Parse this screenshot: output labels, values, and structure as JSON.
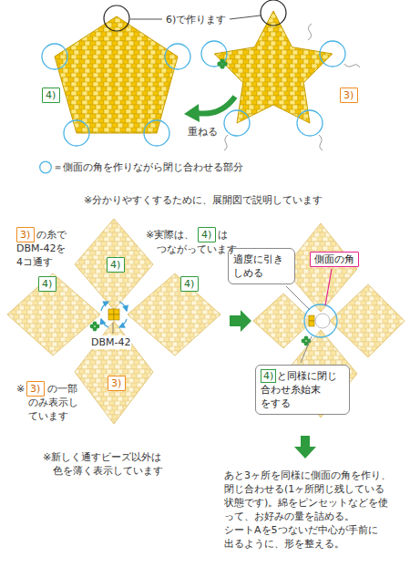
{
  "diagram": {
    "nodes": [
      {
        "text": [
          "4)"
        ]
      },
      {
        "text": [
          "3)"
        ]
      },
      {
        "text": [
          "3)"
        ]
      },
      {
        "text": [
          "4)"
        ]
      },
      {
        "text": [
          "4)"
        ]
      },
      {
        "text": [
          "4)"
        ]
      },
      {
        "text": [
          "4)"
        ]
      },
      {
        "text": [
          "3)"
        ]
      },
      {
        "text": [
          "3)"
        ]
      },
      {
        "text": [
          "適度に引き しめる"
        ]
      },
      {
        "text": [
          "側面の角"
        ]
      },
      {
        "text": [
          "4)",
          "と同様に閉じ 合わせ糸始末 をする"
        ]
      }
    ],
    "labels": [
      "6)で作ります",
      "重ねる",
      "※分かりやすくするために、展開図で説明しています",
      "の糸で DBM-42を 4コ通す",
      "※実際は、",
      "は",
      "つながっています",
      "DBM-42",
      "※",
      "の一部 のみ表示し ています",
      "※新しく通すビーズ以外は 色を薄く表示しています",
      "あと3ヶ所を同様に側面の角を作り、 閉じ合わせる(1ヶ所閉じ残している 状態です)。綿をピンセットなどを使 って、お好みの量を詰める。 シートAを5つないだ中心が手前に 出るように、形を整える。"
    ],
    "legend": [
      {
        "text": "＝側面の角を作りながら閉じ合わせる部分"
      }
    ]
  }
}
